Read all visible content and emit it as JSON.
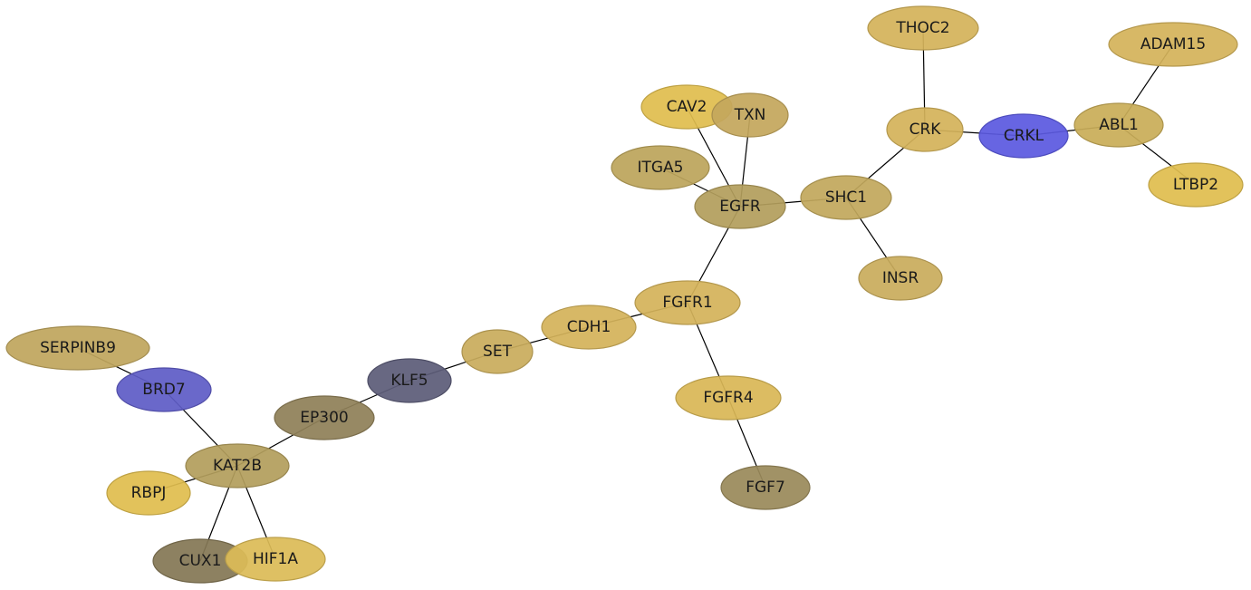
{
  "palette": {
    "gold_light": "#e0bd4f",
    "gold": "#d4b35a",
    "tan": "#c4a75c",
    "olive_tan": "#b39e5c",
    "olive": "#8f8058",
    "olive_dark": "#847755",
    "slate": "#5c5c78",
    "blue": "#5b59e0",
    "blue_muted": "#5f5cc6"
  },
  "nodes": [
    {
      "id": "THOC2",
      "label": "THOC2",
      "color": "#d4b35a"
    },
    {
      "id": "ADAM15",
      "label": "ADAM15",
      "color": "#d4b35a"
    },
    {
      "id": "CAV2",
      "label": "CAV2",
      "color": "#e0bd4f"
    },
    {
      "id": "TXN",
      "label": "TXN",
      "color": "#c4a75c"
    },
    {
      "id": "CRK",
      "label": "CRK",
      "color": "#d4b35a"
    },
    {
      "id": "CRKL",
      "label": "CRKL",
      "color": "#5b59e0"
    },
    {
      "id": "ABL1",
      "label": "ABL1",
      "color": "#c9ad58"
    },
    {
      "id": "ITGA5",
      "label": "ITGA5",
      "color": "#bca55b"
    },
    {
      "id": "EGFR",
      "label": "EGFR",
      "color": "#b39e5c"
    },
    {
      "id": "SHC1",
      "label": "SHC1",
      "color": "#c2a85c"
    },
    {
      "id": "LTBP2",
      "label": "LTBP2",
      "color": "#e0bd4f"
    },
    {
      "id": "INSR",
      "label": "INSR",
      "color": "#c9ac5c"
    },
    {
      "id": "FGFR1",
      "label": "FGFR1",
      "color": "#d4b35a"
    },
    {
      "id": "CDH1",
      "label": "CDH1",
      "color": "#d4b35a"
    },
    {
      "id": "SET",
      "label": "SET",
      "color": "#c9ac5c"
    },
    {
      "id": "SERPINB9",
      "label": "SERPINB9",
      "color": "#c0a65e"
    },
    {
      "id": "KLF5",
      "label": "KLF5",
      "color": "#5c5c78"
    },
    {
      "id": "FGFR4",
      "label": "FGFR4",
      "color": "#d9b756"
    },
    {
      "id": "BRD7",
      "label": "BRD7",
      "color": "#5f5cc6"
    },
    {
      "id": "EP300",
      "label": "EP300",
      "color": "#8f8058"
    },
    {
      "id": "KAT2B",
      "label": "KAT2B",
      "color": "#b39e5c"
    },
    {
      "id": "FGF7",
      "label": "FGF7",
      "color": "#9a8a5a"
    },
    {
      "id": "RBPJ",
      "label": "RBPJ",
      "color": "#e0bd4f"
    },
    {
      "id": "CUX1",
      "label": "CUX1",
      "color": "#847755"
    },
    {
      "id": "HIF1A",
      "label": "HIF1A",
      "color": "#dcbb57"
    }
  ],
  "edges": [
    [
      "THOC2",
      "CRK"
    ],
    [
      "ADAM15",
      "ABL1"
    ],
    [
      "CAV2",
      "EGFR"
    ],
    [
      "TXN",
      "EGFR"
    ],
    [
      "CRK",
      "CRKL"
    ],
    [
      "CRK",
      "SHC1"
    ],
    [
      "CRKL",
      "ABL1"
    ],
    [
      "ABL1",
      "LTBP2"
    ],
    [
      "ITGA5",
      "EGFR"
    ],
    [
      "EGFR",
      "SHC1"
    ],
    [
      "EGFR",
      "FGFR1"
    ],
    [
      "SHC1",
      "INSR"
    ],
    [
      "FGFR1",
      "CDH1"
    ],
    [
      "FGFR1",
      "FGFR4"
    ],
    [
      "CDH1",
      "SET"
    ],
    [
      "SET",
      "KLF5"
    ],
    [
      "KLF5",
      "EP300"
    ],
    [
      "SERPINB9",
      "BRD7"
    ],
    [
      "BRD7",
      "KAT2B"
    ],
    [
      "EP300",
      "KAT2B"
    ],
    [
      "FGFR4",
      "FGF7"
    ],
    [
      "KAT2B",
      "RBPJ"
    ],
    [
      "KAT2B",
      "CUX1"
    ],
    [
      "KAT2B",
      "HIF1A"
    ]
  ]
}
